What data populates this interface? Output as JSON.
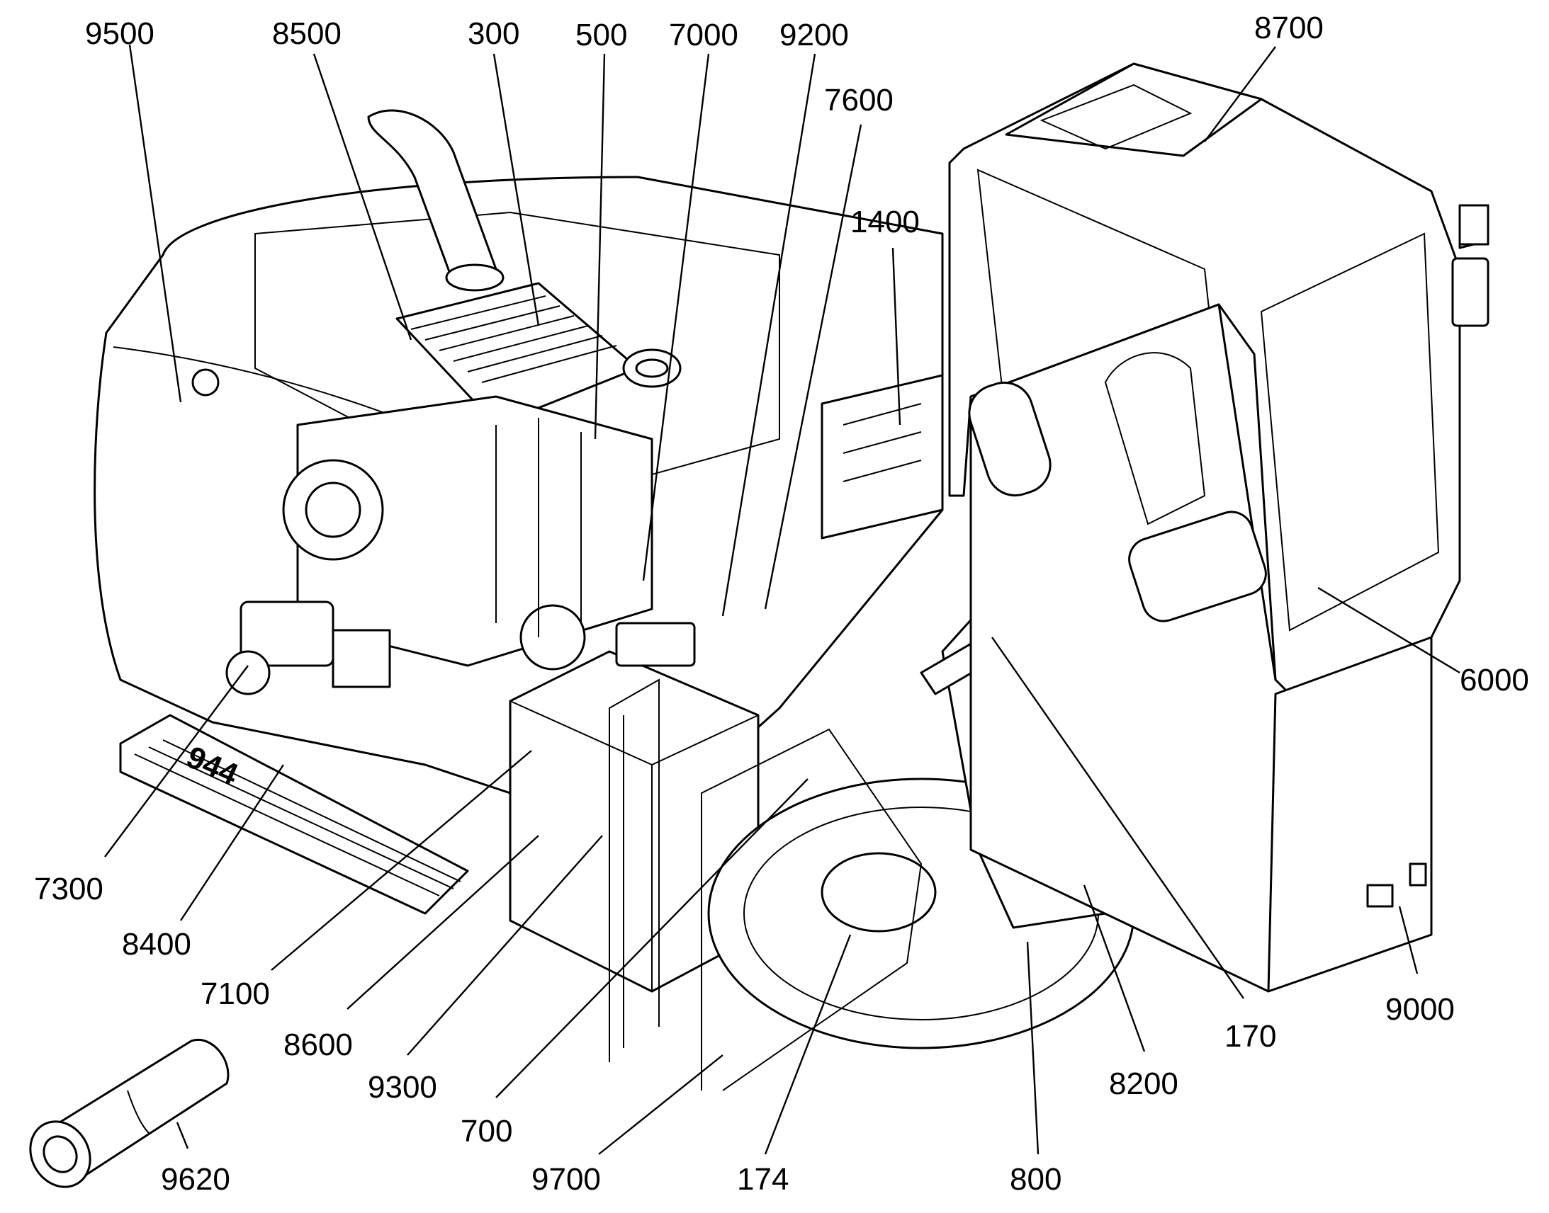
{
  "callouts": [
    {
      "id": "9500",
      "label": "9500"
    },
    {
      "id": "8500",
      "label": "8500"
    },
    {
      "id": "300",
      "label": "300"
    },
    {
      "id": "500",
      "label": "500"
    },
    {
      "id": "7000",
      "label": "7000"
    },
    {
      "id": "9200",
      "label": "9200"
    },
    {
      "id": "7600",
      "label": "7600"
    },
    {
      "id": "1400",
      "label": "1400"
    },
    {
      "id": "8700",
      "label": "8700"
    },
    {
      "id": "6000",
      "label": "6000"
    },
    {
      "id": "7300",
      "label": "7300"
    },
    {
      "id": "8400",
      "label": "8400"
    },
    {
      "id": "7100",
      "label": "7100"
    },
    {
      "id": "8600",
      "label": "8600"
    },
    {
      "id": "9300",
      "label": "9300"
    },
    {
      "id": "700",
      "label": "700"
    },
    {
      "id": "9700",
      "label": "9700"
    },
    {
      "id": "174",
      "label": "174"
    },
    {
      "id": "800",
      "label": "800"
    },
    {
      "id": "8200",
      "label": "8200"
    },
    {
      "id": "170",
      "label": "170"
    },
    {
      "id": "9000",
      "label": "9000"
    },
    {
      "id": "9620",
      "label": "9620"
    }
  ],
  "decal_text": "944",
  "colors": {
    "ink": "#000000",
    "paper": "#ffffff"
  }
}
